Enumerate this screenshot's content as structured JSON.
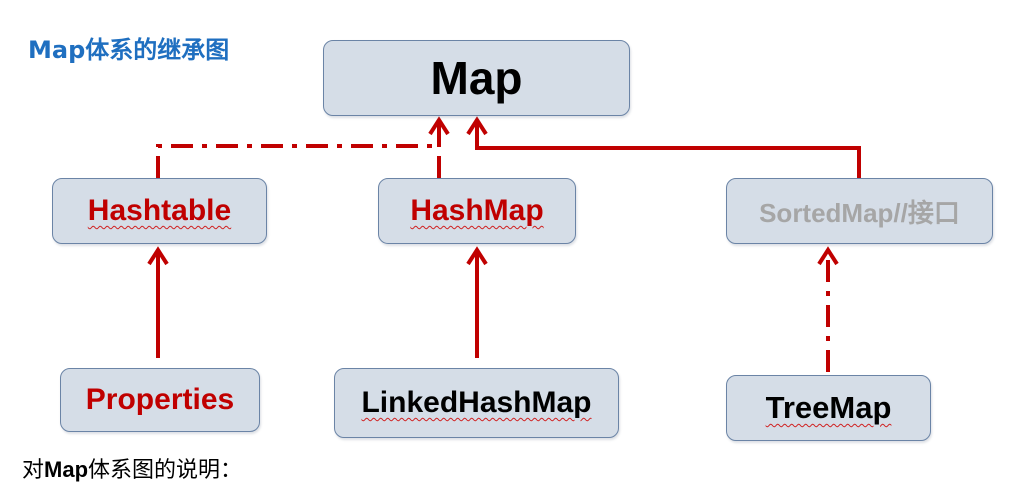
{
  "title": "Map体系的继承图",
  "nodes": {
    "map": "Map",
    "hashtable": "Hashtable",
    "hashmap": "HashMap",
    "sortedmap": "SortedMap//接口",
    "properties": "Properties",
    "linkedhashmap": "LinkedHashMap",
    "treemap": "TreeMap"
  },
  "caption": {
    "prefix": "对",
    "bold": "Map",
    "suffix": "体系图的说明："
  },
  "edges": [
    {
      "from": "hashtable",
      "to": "map",
      "style": "dash-dot"
    },
    {
      "from": "hashmap",
      "to": "map",
      "style": "dash-dot"
    },
    {
      "from": "sortedmap",
      "to": "map",
      "style": "solid"
    },
    {
      "from": "properties",
      "to": "hashtable",
      "style": "solid"
    },
    {
      "from": "linkedhashmap",
      "to": "hashmap",
      "style": "solid"
    },
    {
      "from": "treemap",
      "to": "sortedmap",
      "style": "dash-dot"
    }
  ],
  "colors": {
    "title": "#1f6fc0",
    "arrow": "#c00000",
    "node_fill": "#d5dde7",
    "node_border": "#6b84a6",
    "disabled_text": "#a6a6a6"
  }
}
